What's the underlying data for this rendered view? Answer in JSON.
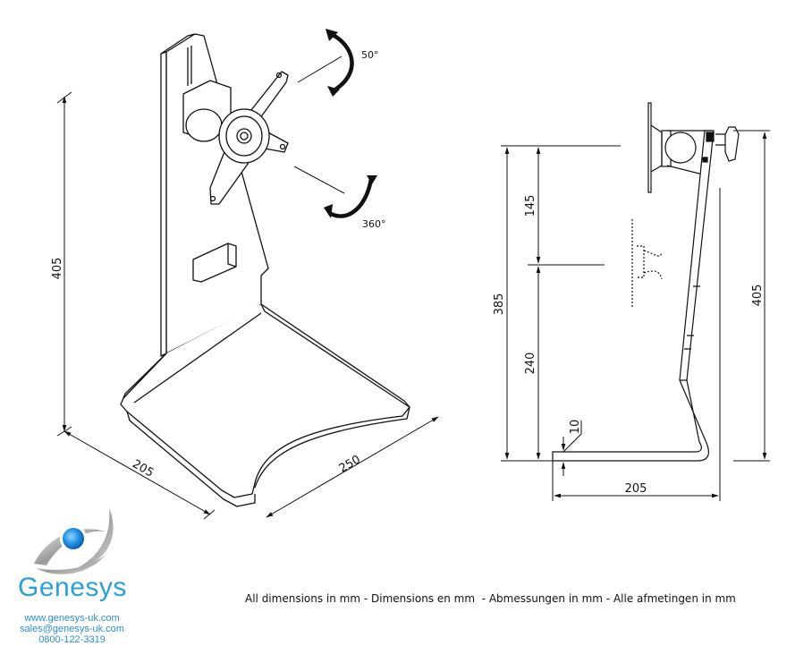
{
  "iso_view": {
    "dimensions": {
      "height": "405",
      "depth": "205",
      "width": "250"
    },
    "rotation": {
      "tilt": "50°",
      "swivel": "360°"
    }
  },
  "side_view": {
    "dimensions": {
      "overall_height": "405",
      "vesa_center_height_max": "385",
      "adjust_range": "145",
      "vesa_center_height_min": "240",
      "base_thickness": "10",
      "base_depth": "205"
    }
  },
  "footer": {
    "note": "All dimensions in mm - Dimensions en mm  - Abmessungen in mm - Alle afmetingen in mm"
  },
  "brand": {
    "name": "Genesys",
    "website": "www.genesys-uk.com",
    "email": "sales@genesys-uk.com",
    "phone": "0800-122-3319",
    "color": "#2aa0d8"
  }
}
